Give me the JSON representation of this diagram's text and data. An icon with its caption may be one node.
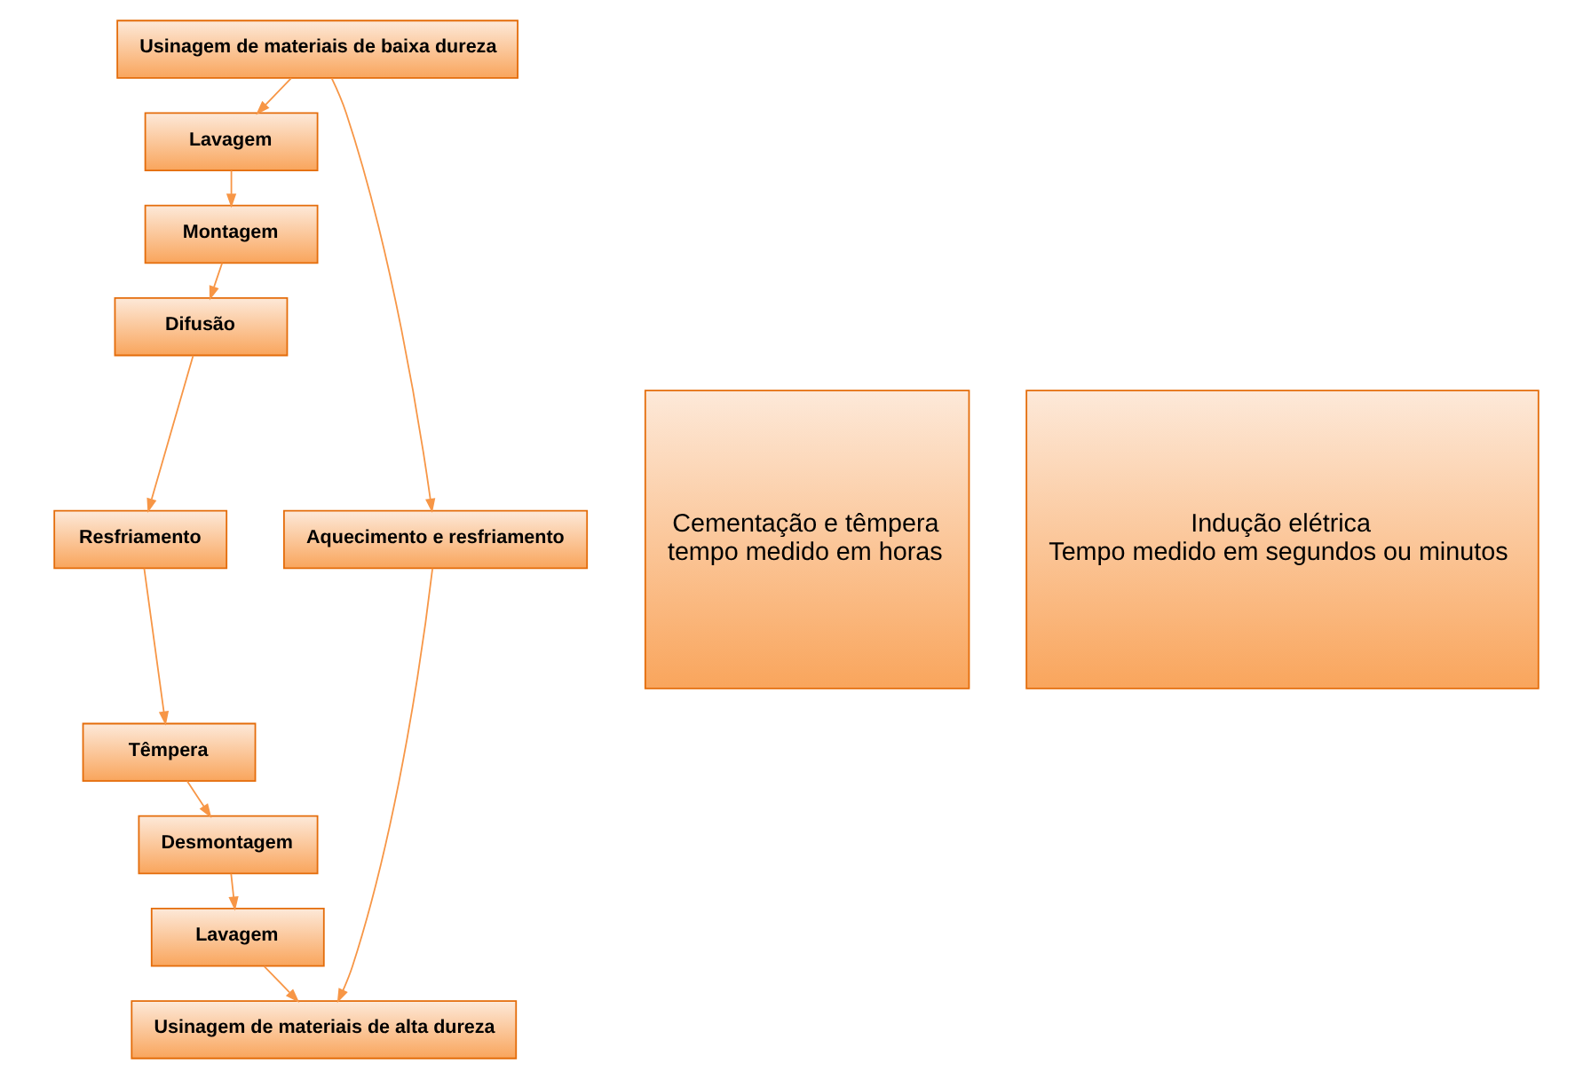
{
  "diagram": {
    "nodes": [
      {
        "text": [
          "Usinagem de materiais de baixa dureza"
        ]
      },
      {
        "text": [
          "Cementação e têmpera",
          "tempo medido em horas"
        ]
      },
      {
        "text": [
          "Lavagem"
        ]
      },
      {
        "text": [
          "Montagem"
        ]
      },
      {
        "text": [
          "Difusão"
        ]
      },
      {
        "text": [
          "Resfriamento"
        ]
      },
      {
        "text": [
          "Têmpera"
        ]
      },
      {
        "text": [
          "Desmontagem"
        ]
      },
      {
        "text": [
          "Lavagem"
        ]
      },
      {
        "text": [
          "Aquecimento e resfriamento"
        ]
      },
      {
        "text": [
          "Indução elétrica",
          "Tempo medido em segundos ou minutos"
        ]
      },
      {
        "text": [
          "Usinagem de materiais de alta dureza"
        ]
      }
    ],
    "edges": [
      {
        "from": 0,
        "to": 2,
        "arrow": "to"
      },
      {
        "from": 2,
        "to": 3,
        "arrow": "to"
      },
      {
        "from": 3,
        "to": 4,
        "arrow": "to"
      },
      {
        "from": 4,
        "to": 5,
        "arrow": "to"
      },
      {
        "from": 5,
        "to": 6,
        "arrow": "to"
      },
      {
        "from": 6,
        "to": 7,
        "arrow": "to"
      },
      {
        "from": 7,
        "to": 8,
        "arrow": "to"
      },
      {
        "from": 8,
        "to": 11,
        "arrow": "to"
      },
      {
        "from": 0,
        "to": 9,
        "arrow": "to"
      },
      {
        "from": 9,
        "to": 11,
        "arrow": "to"
      }
    ]
  }
}
